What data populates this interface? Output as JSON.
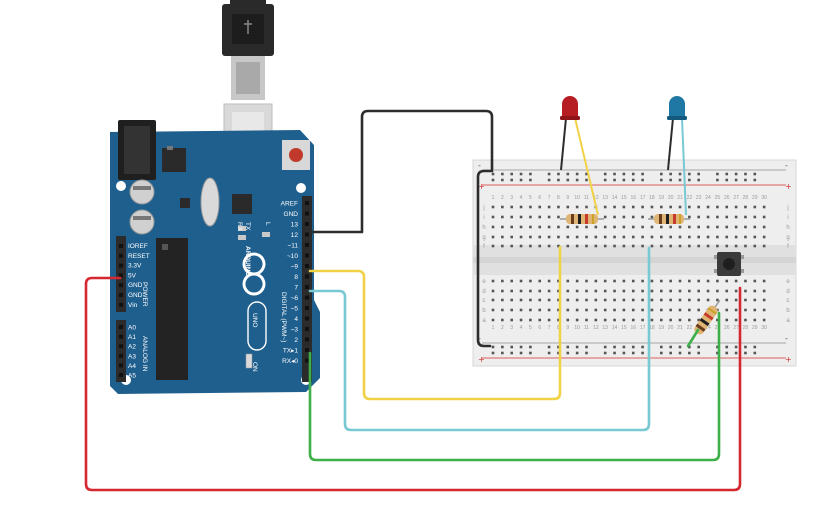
{
  "colors": {
    "board": "#1f5f8e",
    "board_dark": "#174c73",
    "header": "#2b2b2b",
    "breadboard": "#eeeeee",
    "rail_red": "#d03030",
    "rail_blue": "#7a7a7a",
    "wire_black": "#2d2d2d",
    "wire_yellow": "#f1d246",
    "wire_cyan": "#78c9d2",
    "wire_green": "#3db04a",
    "wire_red": "#d5272f",
    "led_red": "#b51d22",
    "led_blue": "#1f78a3",
    "reset_button": "#c0392b"
  },
  "arduino": {
    "brand": "ARDUINO",
    "model": "UNO",
    "on_label": "ON",
    "l_label": "L",
    "tx_label": "TX",
    "rx_label": "RX",
    "digital_label": "DIGITAL (PWM~)",
    "power_label": "POWER",
    "analog_label": "ANALOG IN",
    "digital_pins": [
      "AREF",
      "GND",
      "13",
      "12",
      "~11",
      "~10",
      "~9",
      "8",
      "7",
      "~6",
      "~5",
      "4",
      "~3",
      "2",
      "TX▸1",
      "RX◂0"
    ],
    "power_pins": [
      "IOREF",
      "RESET",
      "3.3V",
      "5V",
      "GND",
      "GND",
      "Vin"
    ],
    "analog_pins": [
      "A0",
      "A1",
      "A2",
      "A3",
      "A4",
      "A5"
    ]
  },
  "breadboard": {
    "top_letters": [
      "j",
      "i",
      "h",
      "g",
      "f"
    ],
    "bottom_letters": [
      "e",
      "d",
      "c",
      "b",
      "a"
    ],
    "columns": [
      "1",
      "2",
      "3",
      "4",
      "5",
      "6",
      "7",
      "8",
      "9",
      "10",
      "11",
      "12",
      "13",
      "14",
      "15",
      "16",
      "17",
      "18",
      "19",
      "20",
      "21",
      "22",
      "23",
      "24",
      "25",
      "26",
      "27",
      "28",
      "29",
      "30"
    ],
    "rail_minus": "-",
    "rail_plus": "+"
  },
  "components": {
    "led_red": "red-led",
    "led_blue": "blue-led",
    "pushbutton": "pushbutton",
    "usb_connector": "usb-b-connector"
  }
}
